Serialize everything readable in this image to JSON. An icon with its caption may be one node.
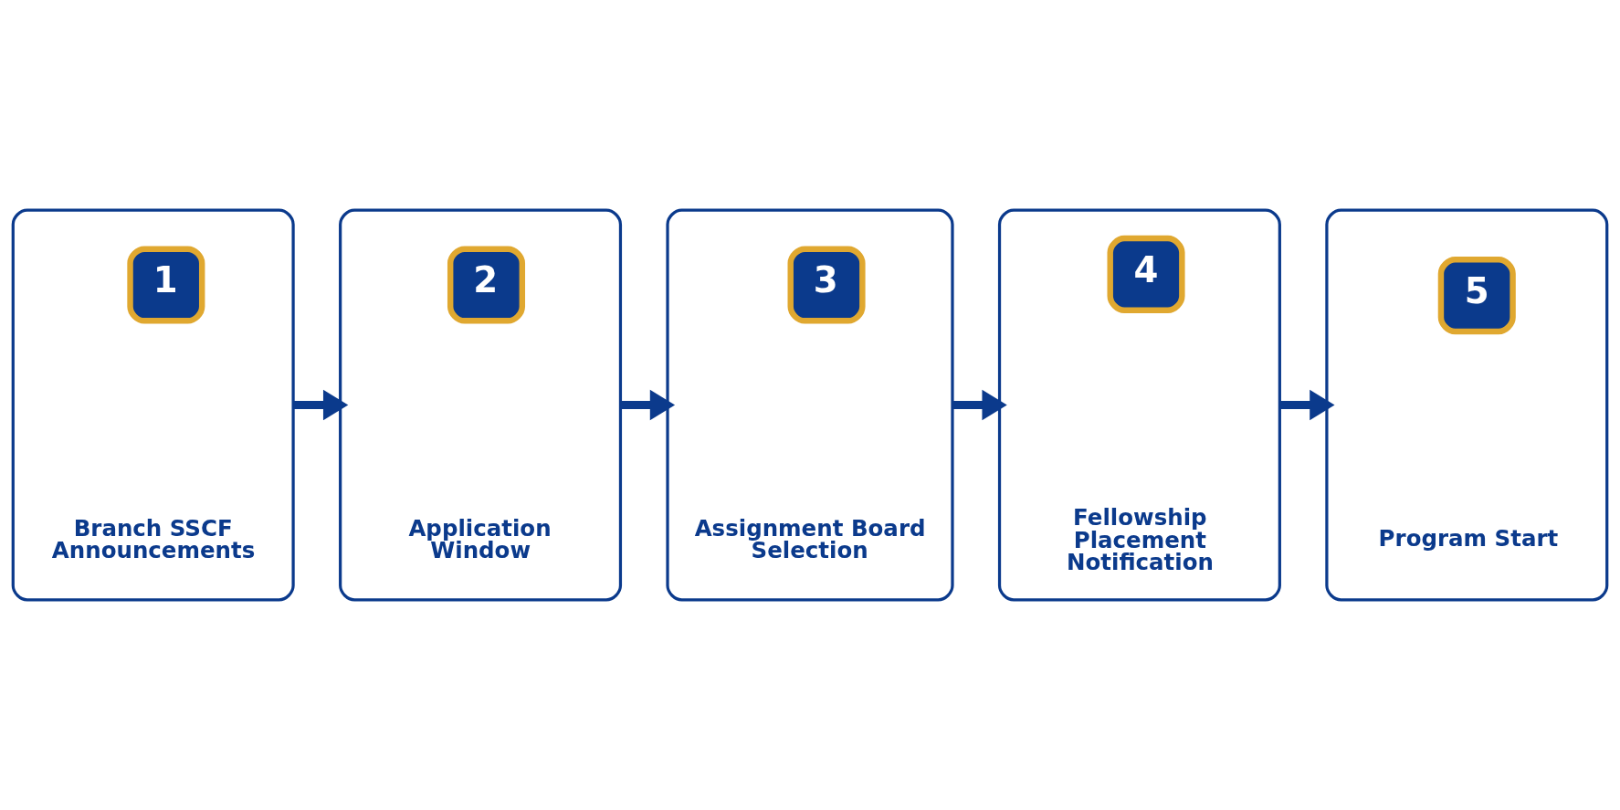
{
  "diagram": {
    "nodes": [
      {
        "text": [
          "1",
          "Branch SSCF Announcements"
        ]
      },
      {
        "text": [
          "2",
          "Application Window"
        ]
      },
      {
        "text": [
          "3",
          "Assignment Board Selection"
        ]
      },
      {
        "text": [
          "4",
          "Fellowship Placement Notification"
        ]
      },
      {
        "text": [
          "5",
          "Program Start"
        ]
      }
    ],
    "edges": [
      {
        "from": 0,
        "to": 1,
        "arrow": "to"
      },
      {
        "from": 1,
        "to": 2,
        "arrow": "to"
      },
      {
        "from": 2,
        "to": 3,
        "arrow": "to"
      },
      {
        "from": 3,
        "to": 4,
        "arrow": "to"
      }
    ]
  }
}
